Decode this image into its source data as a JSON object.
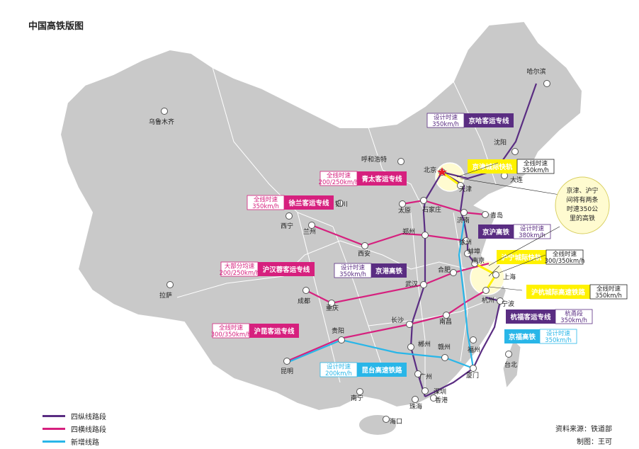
{
  "title": "中国高铁版图",
  "colors": {
    "land": "#c9c9c9",
    "border": "#ffffff",
    "vertical": "#5a2d82",
    "horizontal": "#d6207e",
    "new": "#29b6e8",
    "highlight": "#fff200"
  },
  "legend": [
    {
      "label": "四纵线路段",
      "color": "#5a2d82"
    },
    {
      "label": "四横线路段",
      "color": "#d6207e"
    },
    {
      "label": "新增线路",
      "color": "#29b6e8"
    }
  ],
  "source": {
    "line1": "资料来源：铁道部",
    "line2": "制图：王可"
  },
  "cities": [
    {
      "name": "哈尔滨"
    },
    {
      "name": "沈阳"
    },
    {
      "name": "大连"
    },
    {
      "name": "北京"
    },
    {
      "name": "天津"
    },
    {
      "name": "呼和浩特"
    },
    {
      "name": "太原"
    },
    {
      "name": "石家庄"
    },
    {
      "name": "济南"
    },
    {
      "name": "青岛"
    },
    {
      "name": "乌鲁木齐"
    },
    {
      "name": "银川"
    },
    {
      "name": "西宁"
    },
    {
      "name": "兰州"
    },
    {
      "name": "西安"
    },
    {
      "name": "郑州"
    },
    {
      "name": "徐州"
    },
    {
      "name": "蚌埠"
    },
    {
      "name": "合肥"
    },
    {
      "name": "南京"
    },
    {
      "name": "上海"
    },
    {
      "name": "杭州"
    },
    {
      "name": "宁波"
    },
    {
      "name": "武汉"
    },
    {
      "name": "成都"
    },
    {
      "name": "重庆"
    },
    {
      "name": "拉萨"
    },
    {
      "name": "长沙"
    },
    {
      "name": "南昌"
    },
    {
      "name": "贵阳"
    },
    {
      "name": "昆明"
    },
    {
      "name": "郴州"
    },
    {
      "name": "赣州"
    },
    {
      "name": "福州"
    },
    {
      "name": "厦门"
    },
    {
      "name": "台北"
    },
    {
      "name": "广州"
    },
    {
      "name": "深圳"
    },
    {
      "name": "香港"
    },
    {
      "name": "珠海"
    },
    {
      "name": "南宁"
    },
    {
      "name": "海口"
    }
  ],
  "routes": [
    {
      "name": "京哈客运专线",
      "spec": [
        "设计时速",
        "350km/h"
      ],
      "color": "#5a2d82"
    },
    {
      "name": "京津城际快轨",
      "spec": [
        "全线时速",
        "350km/h"
      ],
      "color": "#fff200"
    },
    {
      "name": "青太客运专线",
      "spec": [
        "全线时速",
        "200/250km/h"
      ],
      "color": "#d6207e"
    },
    {
      "name": "徐兰客运专线",
      "spec": [
        "全线时速",
        "350km/h"
      ],
      "color": "#d6207e"
    },
    {
      "name": "京沪高铁",
      "spec": [
        "设计时速",
        "380km/h"
      ],
      "color": "#5a2d82"
    },
    {
      "name": "沪宁城际快轨",
      "spec": [
        "全线时速",
        "300/350km/h"
      ],
      "color": "#fff200"
    },
    {
      "name": "京港高铁",
      "spec": [
        "设计时速",
        "350km/h"
      ],
      "color": "#5a2d82"
    },
    {
      "name": "沪汉蓉客运专线",
      "spec": [
        "大部分均速",
        "200/250km/h"
      ],
      "color": "#d6207e"
    },
    {
      "name": "沪杭城际高速铁路",
      "spec": [
        "全线时速",
        "350km/h"
      ],
      "color": "#fff200"
    },
    {
      "name": "杭福客运专线",
      "spec": [
        "杭甬段",
        "350km/h"
      ],
      "color": "#5a2d82"
    },
    {
      "name": "沪昆客运专线",
      "spec": [
        "全线时速",
        "300/350km/h"
      ],
      "color": "#d6207e"
    },
    {
      "name": "京福高铁",
      "spec": [
        "设计时速",
        "350km/h"
      ],
      "color": "#29b6e8"
    },
    {
      "name": "昆台高速铁路",
      "spec": [
        "设计时速",
        "200km/h"
      ],
      "color": "#29b6e8"
    }
  ],
  "note": [
    "京津、沪宁",
    "间将有两条",
    "时速350公",
    "里的高铁"
  ]
}
